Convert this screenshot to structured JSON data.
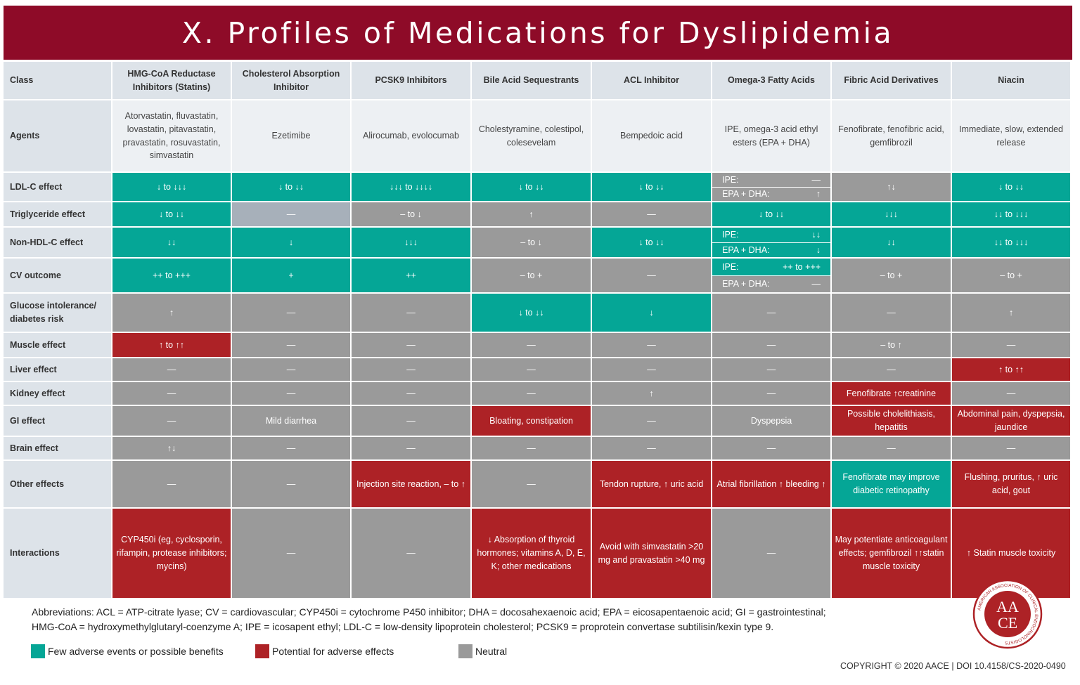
{
  "title": "X. Profiles of Medications for Dyslipidemia",
  "headers": [
    "Class",
    "HMG-CoA Reductase Inhibitors (Statins)",
    "Cholesterol Absorption Inhibitor",
    "PCSK9 Inhibitors",
    "Bile Acid Sequestrants",
    "ACL Inhibitor",
    "Omega-3 Fatty Acids",
    "Fibric Acid Derivatives",
    "Niacin"
  ],
  "rows": [
    {
      "label": "Agents",
      "cells": [
        {
          "t": "Atorvastatin, fluvastatin, lovastatin, pitavastatin, pravastatin, rosuvastatin, simvastatin",
          "c": "agent"
        },
        {
          "t": "Ezetimibe",
          "c": "agent"
        },
        {
          "t": "Alirocumab, evolocumab",
          "c": "agent"
        },
        {
          "t": "Cholestyramine, colestipol, colesevelam",
          "c": "agent"
        },
        {
          "t": "Bempedoic acid",
          "c": "agent"
        },
        {
          "t": "IPE, omega-3 acid ethyl esters (EPA + DHA)",
          "c": "agent"
        },
        {
          "t": "Fenofibrate, fenofibric acid, gemfibrozil",
          "c": "agent"
        },
        {
          "t": "Immediate, slow, extended release",
          "c": "agent"
        }
      ]
    },
    {
      "label": "LDL-C effect",
      "cells": [
        {
          "t": "↓ to ↓↓↓",
          "c": "teal"
        },
        {
          "t": "↓ to ↓↓",
          "c": "teal"
        },
        {
          "t": "↓↓↓ to ↓↓↓↓",
          "c": "teal"
        },
        {
          "t": "↓ to ↓↓",
          "c": "teal"
        },
        {
          "t": "↓ to ↓↓",
          "c": "teal"
        },
        {
          "split": [
            {
              "k": "IPE:",
              "v": "—",
              "c": "gray"
            },
            {
              "k": "EPA + DHA:",
              "v": "↑",
              "c": "gray"
            }
          ]
        },
        {
          "t": "↑↓",
          "c": "gray"
        },
        {
          "t": "↓ to ↓↓",
          "c": "teal"
        }
      ]
    },
    {
      "label": "Triglyceride effect",
      "cells": [
        {
          "t": "↓ to ↓↓",
          "c": "teal"
        },
        {
          "t": "—",
          "c": "lgray"
        },
        {
          "t": "– to ↓",
          "c": "gray"
        },
        {
          "t": "↑",
          "c": "gray"
        },
        {
          "t": "—",
          "c": "gray"
        },
        {
          "t": "↓ to ↓↓",
          "c": "teal"
        },
        {
          "t": "↓↓↓",
          "c": "teal"
        },
        {
          "t": "↓↓ to ↓↓↓",
          "c": "teal"
        }
      ]
    },
    {
      "label": "Non-HDL-C effect",
      "cells": [
        {
          "t": "↓↓",
          "c": "teal"
        },
        {
          "t": "↓",
          "c": "teal"
        },
        {
          "t": "↓↓↓",
          "c": "teal"
        },
        {
          "t": "– to ↓",
          "c": "gray"
        },
        {
          "t": "↓ to ↓↓",
          "c": "teal"
        },
        {
          "split": [
            {
              "k": "IPE:",
              "v": "↓↓",
              "c": "teal"
            },
            {
              "k": "EPA + DHA:",
              "v": "↓",
              "c": "teal"
            }
          ]
        },
        {
          "t": "↓↓",
          "c": "teal"
        },
        {
          "t": "↓↓ to ↓↓↓",
          "c": "teal"
        }
      ]
    },
    {
      "label": "CV outcome",
      "cells": [
        {
          "t": "++ to +++",
          "c": "teal"
        },
        {
          "t": "+",
          "c": "teal"
        },
        {
          "t": "++",
          "c": "teal"
        },
        {
          "t": "– to +",
          "c": "gray"
        },
        {
          "t": "—",
          "c": "gray"
        },
        {
          "split": [
            {
              "k": "IPE:",
              "v": "++ to +++",
              "c": "teal"
            },
            {
              "k": "EPA + DHA:",
              "v": "—",
              "c": "gray"
            }
          ]
        },
        {
          "t": "– to +",
          "c": "gray"
        },
        {
          "t": "– to +",
          "c": "gray"
        }
      ]
    },
    {
      "label": "Glucose intolerance/ diabetes risk",
      "cells": [
        {
          "t": "↑",
          "c": "gray"
        },
        {
          "t": "—",
          "c": "gray"
        },
        {
          "t": "—",
          "c": "gray"
        },
        {
          "t": "↓ to ↓↓",
          "c": "teal"
        },
        {
          "t": "↓",
          "c": "teal"
        },
        {
          "t": "—",
          "c": "gray"
        },
        {
          "t": "—",
          "c": "gray"
        },
        {
          "t": "↑",
          "c": "gray"
        }
      ]
    },
    {
      "label": "Muscle effect",
      "cells": [
        {
          "t": "↑ to ↑↑",
          "c": "red"
        },
        {
          "t": "—",
          "c": "gray"
        },
        {
          "t": "—",
          "c": "gray"
        },
        {
          "t": "—",
          "c": "gray"
        },
        {
          "t": "—",
          "c": "gray"
        },
        {
          "t": "—",
          "c": "gray"
        },
        {
          "t": "– to ↑",
          "c": "gray"
        },
        {
          "t": "—",
          "c": "gray"
        }
      ]
    },
    {
      "label": "Liver effect",
      "cells": [
        {
          "t": "—",
          "c": "gray"
        },
        {
          "t": "—",
          "c": "gray"
        },
        {
          "t": "—",
          "c": "gray"
        },
        {
          "t": "—",
          "c": "gray"
        },
        {
          "t": "—",
          "c": "gray"
        },
        {
          "t": "—",
          "c": "gray"
        },
        {
          "t": "—",
          "c": "gray"
        },
        {
          "t": "↑ to ↑↑",
          "c": "red"
        }
      ]
    },
    {
      "label": "Kidney effect",
      "cells": [
        {
          "t": "—",
          "c": "gray"
        },
        {
          "t": "—",
          "c": "gray"
        },
        {
          "t": "—",
          "c": "gray"
        },
        {
          "t": "—",
          "c": "gray"
        },
        {
          "t": "↑",
          "c": "gray"
        },
        {
          "t": "—",
          "c": "gray"
        },
        {
          "t": "Fenofibrate ↑creatinine",
          "c": "red"
        },
        {
          "t": "—",
          "c": "gray"
        }
      ]
    },
    {
      "label": "GI effect",
      "cells": [
        {
          "t": "—",
          "c": "gray"
        },
        {
          "t": "Mild diarrhea",
          "c": "gray"
        },
        {
          "t": "—",
          "c": "gray"
        },
        {
          "t": "Bloating, constipation",
          "c": "red"
        },
        {
          "t": "—",
          "c": "gray"
        },
        {
          "t": "Dyspepsia",
          "c": "gray"
        },
        {
          "t": "Possible cholelithiasis, hepatitis",
          "c": "red"
        },
        {
          "t": "Abdominal pain, dyspepsia, jaundice",
          "c": "red"
        }
      ]
    },
    {
      "label": "Brain effect",
      "cells": [
        {
          "t": "↑↓",
          "c": "gray"
        },
        {
          "t": "—",
          "c": "gray"
        },
        {
          "t": "—",
          "c": "gray"
        },
        {
          "t": "—",
          "c": "gray"
        },
        {
          "t": "—",
          "c": "gray"
        },
        {
          "t": "—",
          "c": "gray"
        },
        {
          "t": "—",
          "c": "gray"
        },
        {
          "t": "—",
          "c": "gray"
        }
      ]
    },
    {
      "label": "Other effects",
      "cells": [
        {
          "t": "—",
          "c": "gray"
        },
        {
          "t": "—",
          "c": "gray"
        },
        {
          "t": "Injection site reaction, – to ↑",
          "c": "red"
        },
        {
          "t": "—",
          "c": "gray"
        },
        {
          "t": "Tendon rupture, ↑ uric acid",
          "c": "red"
        },
        {
          "t": "Atrial fibrillation ↑ bleeding ↑",
          "c": "red"
        },
        {
          "t": "Fenofibrate may improve diabetic retinopathy",
          "c": "teal"
        },
        {
          "t": "Flushing, pruritus, ↑ uric acid, gout",
          "c": "red"
        }
      ]
    },
    {
      "label": "Interactions",
      "cells": [
        {
          "t": "CYP450i (eg, cyclosporin, rifampin, protease inhibitors; mycins)",
          "c": "red"
        },
        {
          "t": "—",
          "c": "gray"
        },
        {
          "t": "—",
          "c": "gray"
        },
        {
          "t": "↓ Absorption of thyroid hormones; vitamins A, D, E, K; other medications",
          "c": "red"
        },
        {
          "t": "Avoid with simvastatin >20 mg and pravastatin >40 mg",
          "c": "red"
        },
        {
          "t": "—",
          "c": "gray"
        },
        {
          "t": "May potentiate anticoagulant effects; gemfibrozil ↑↑statin muscle toxicity",
          "c": "red"
        },
        {
          "t": "↑ Statin muscle toxicity",
          "c": "red"
        }
      ]
    }
  ],
  "abbreviations": [
    "Abbreviations: ACL = ATP-citrate lyase; CV = cardiovascular; CYP450i = cytochrome P450 inhibitor; DHA = docosahexaenoic acid; EPA = eicosapentaenoic acid; GI = gastrointestinal;",
    "HMG-CoA = hydroxymethylglutaryl-coenzyme A; IPE = icosapent ethyl; LDL-C = low-density lipoprotein cholesterol; PCSK9 = proprotein convertase subtilisin/kexin type 9."
  ],
  "legend": [
    {
      "label": "Few adverse events or possible benefits",
      "color": "#05a696"
    },
    {
      "label": "Potential for adverse effects",
      "color": "#ad2226"
    },
    {
      "label": "Neutral",
      "color": "#9a9a9a"
    }
  ],
  "copyright": "COPYRIGHT © 2020 AACE | DOI 10.4158/CS-2020-0490",
  "logo": {
    "letters": "AACE",
    "ring_text": "AMERICAN ASSOCIATION OF CLINICAL ENDOCRINOLOGISTS"
  }
}
